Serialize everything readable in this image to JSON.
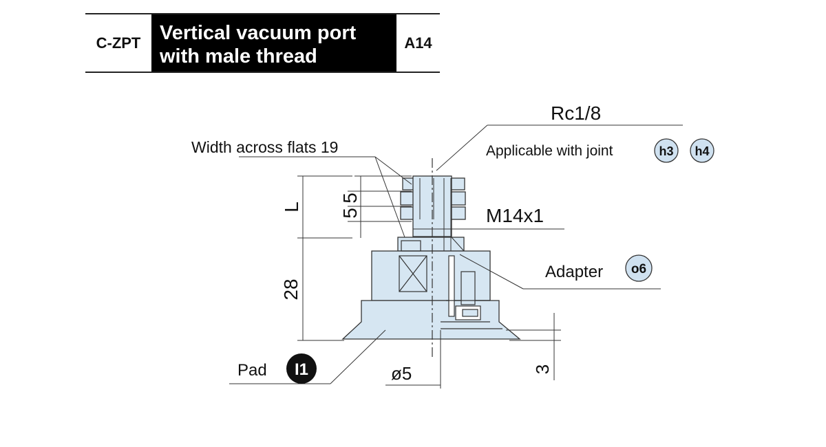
{
  "header": {
    "code": "C-ZPT",
    "title_line1": "Vertical vacuum port",
    "title_line2": "with male thread",
    "ref": "A14"
  },
  "labels": {
    "port_thread": "Rc1/8",
    "width_across_flats": "Width across flats 19",
    "applicable_joint": "Applicable with joint",
    "joint_badge_1": "h3",
    "joint_badge_2": "h4",
    "mount_thread": "M14x1",
    "adapter": "Adapter",
    "adapter_badge": "o6",
    "pad": "Pad",
    "pad_badge": "I1",
    "dim_L": "L",
    "dim_5a": "5",
    "dim_5b": "5",
    "dim_28": "28",
    "dim_diameter": "ø5",
    "dim_3": "3"
  },
  "colors": {
    "part_fill": "#d6e6f2",
    "badge_fill": "#cfe1f0",
    "dark_badge_fill": "#111111",
    "line": "#333333"
  }
}
